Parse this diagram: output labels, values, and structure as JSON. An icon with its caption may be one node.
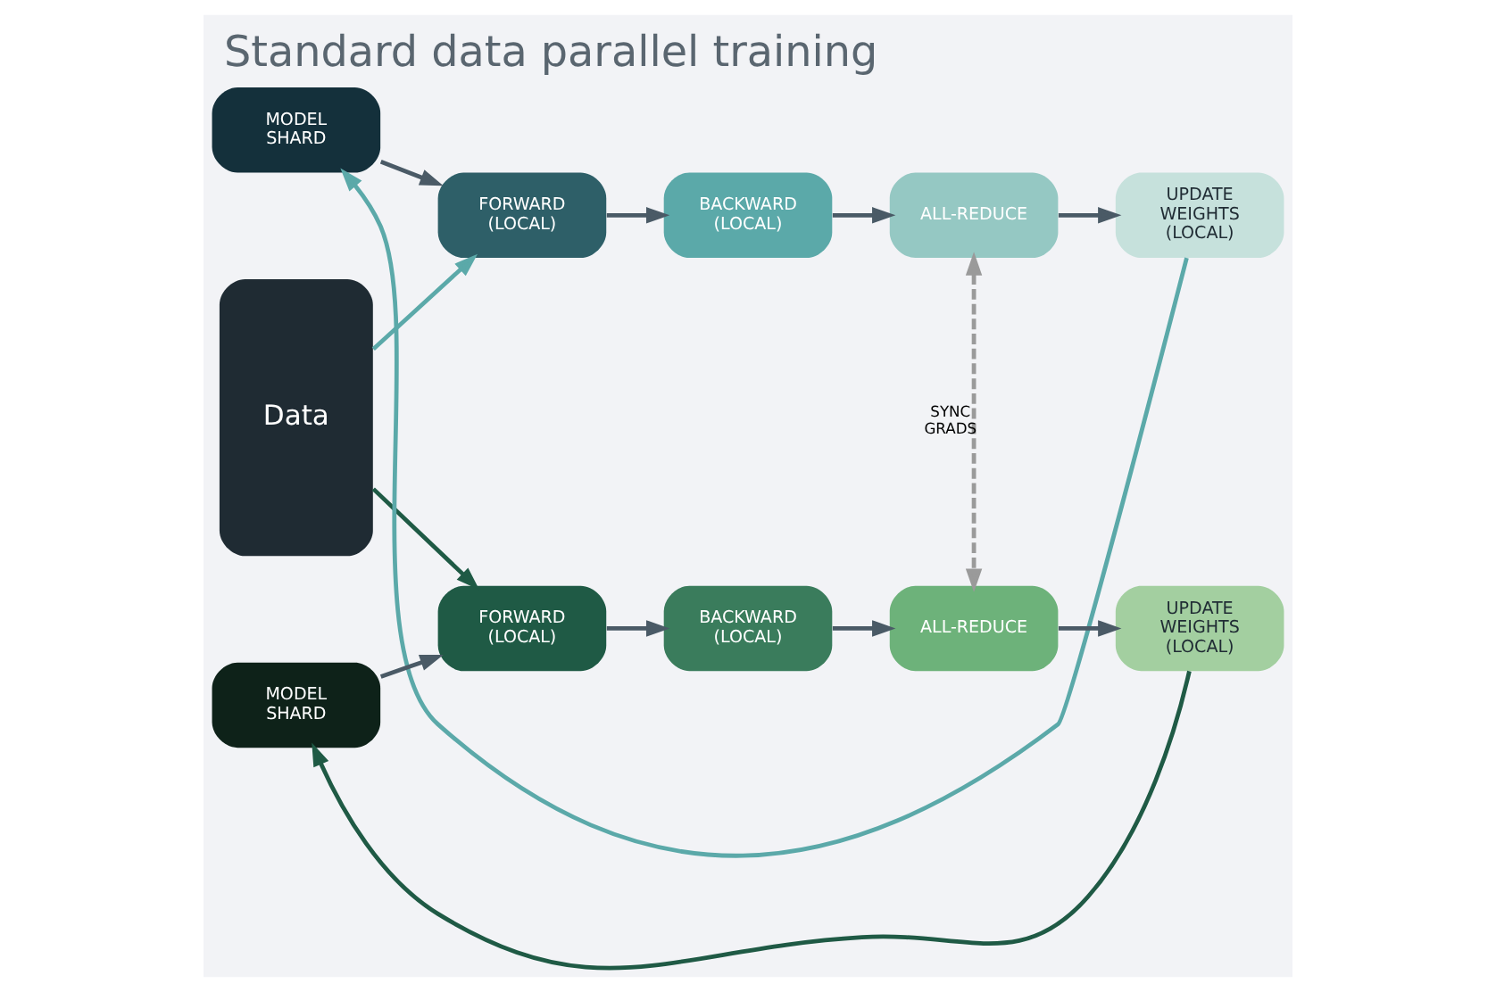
{
  "diagram": {
    "title": "Standard data parallel training",
    "nodes": [
      {
        "text": [
          "Data"
        ]
      },
      {
        "text": [
          "MODEL SHARD"
        ]
      },
      {
        "text": [
          "FORWARD (LOCAL)"
        ]
      },
      {
        "text": [
          "BACKWARD (LOCAL)"
        ]
      },
      {
        "text": [
          "ALL-REDUCE"
        ]
      },
      {
        "text": [
          "UPDATE WEIGHTS (LOCAL)"
        ]
      },
      {
        "text": [
          "MODEL SHARD"
        ]
      },
      {
        "text": [
          "FORWARD (LOCAL)"
        ]
      },
      {
        "text": [
          "BACKWARD (LOCAL)"
        ]
      },
      {
        "text": [
          "ALL-REDUCE"
        ]
      },
      {
        "text": [
          "UPDATE WEIGHTS (LOCAL)"
        ]
      }
    ],
    "edges": [
      {
        "from": 1,
        "to": 2,
        "arrow": "to"
      },
      {
        "from": 2,
        "to": 3,
        "arrow": "to"
      },
      {
        "from": 3,
        "to": 4,
        "arrow": "to"
      },
      {
        "from": 4,
        "to": 5,
        "arrow": "to"
      },
      {
        "from": 5,
        "to": 1,
        "arrow": "to",
        "color": "#5ba9a9"
      },
      {
        "from": 0,
        "to": 2,
        "arrow": "to",
        "color": "#5ba9a9"
      },
      {
        "from": 0,
        "to": 7,
        "arrow": "to",
        "color": "#1f5a45"
      },
      {
        "from": 6,
        "to": 7,
        "arrow": "to"
      },
      {
        "from": 7,
        "to": 8,
        "arrow": "to"
      },
      {
        "from": 8,
        "to": 9,
        "arrow": "to"
      },
      {
        "from": 9,
        "to": 10,
        "arrow": "to"
      },
      {
        "from": 10,
        "to": 6,
        "arrow": "to",
        "color": "#1f5a45"
      },
      {
        "from": 4,
        "to": 9,
        "arrow": "both",
        "style": "dashed",
        "color": "#9a9a9a",
        "label": "SYNC GRADS"
      }
    ]
  }
}
